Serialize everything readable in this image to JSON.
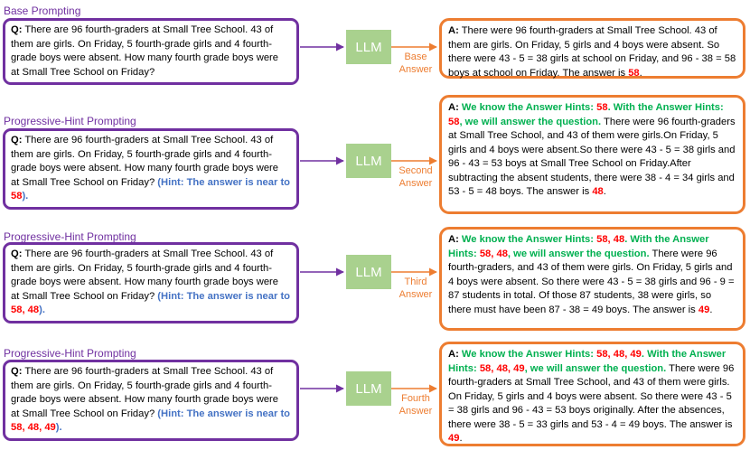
{
  "colors": {
    "purple": "#7030a0",
    "orange": "#ed7d31",
    "llm_green": "#a9d18e",
    "hint_blue": "#4472c4",
    "answer_red": "#ff0000",
    "hint_green": "#00b050"
  },
  "question_text": {
    "q_prefix": "Q:",
    "line1": " There are 96 fourth-graders at Small Tree  School. 43 of",
    "line2": "them are girls. On Friday, 5 fourth-grade girls and 4 fourth-",
    "line3": "grade boys were absent. How many fourth grade boys were",
    "line4": "at Small Tree  School on Friday?"
  },
  "llm_label": "LLM",
  "rows": [
    {
      "title": "Base Prompting",
      "hint": {
        "text": "",
        "nums": "",
        "end": ""
      },
      "answer_label_1": "Base",
      "answer_label_2": "Answer",
      "answer": {
        "a_prefix": "A:",
        "green1": "",
        "green_nums1": "",
        "green2": "",
        "green_nums2": "",
        "green3": "",
        "body": " There were 96 fourth-graders at Small Tree  School. 43 of them are girls. On Friday, 5 girls and 4 boys were absent. So there were 43 - 5 = 38 girls at school on Friday, and 96 - 38 = 58 boys at school on Friday. The answer is ",
        "final": "58",
        "end": "."
      }
    },
    {
      "title": "Progressive-Hint Prompting",
      "hint": {
        "text": "(Hint: The answer is near to ",
        "nums": "58",
        "end": ")."
      },
      "answer_label_1": "Second",
      "answer_label_2": "Answer",
      "answer": {
        "a_prefix": "A:",
        "green1": " We know the Answer Hints: ",
        "green_nums1": "58",
        "green2": ". With the Answer Hints: ",
        "green_nums2": "58",
        "green3": ", we will answer the question.",
        "body": " There were 96 fourth-graders at Small Tree  School, and 43 of them were girls.On Friday, 5 girls and 4 boys were absent.So there were 43 - 5 = 38 girls and 96 - 43 = 53 boys at Small Tree School on Friday.After subtracting the absent students, there were 38 - 4 = 34 girls and 53 - 5 = 48 boys. The answer is ",
        "final": "48",
        "end": "."
      }
    },
    {
      "title": "Progressive-Hint Prompting",
      "hint": {
        "text": "(Hint: The answer is near to ",
        "nums": "58, 48",
        "end": ")."
      },
      "answer_label_1": "Third",
      "answer_label_2": "Answer",
      "answer": {
        "a_prefix": "A:",
        "green1": " We know the Answer Hints: ",
        "green_nums1": "58, 48",
        "green2": ". With the Answer Hints: ",
        "green_nums2": "58, 48",
        "green3": ", we will answer the question.",
        "body": " There were 96 fourth-graders, and 43 of them were girls. On Friday, 5 girls and 4 boys were absent. So there were 43 - 5 = 38 girls and 96 - 9 = 87 students in total. Of those 87 students, 38 were girls, so there must have been 87 - 38 = 49 boys. The answer is ",
        "final": "49",
        "end": "."
      }
    },
    {
      "title": "Progressive-Hint Prompting",
      "hint": {
        "text": "(Hint: The answer is near to ",
        "nums": "58, 48, 49",
        "end": ")."
      },
      "answer_label_1": "Fourth",
      "answer_label_2": "Answer",
      "answer": {
        "a_prefix": "A:",
        "green1": " We know the Answer Hints: ",
        "green_nums1": "58, 48, 49",
        "green2": ". With the Answer Hints: ",
        "green_nums2": "58, 48, 49",
        "green3": ", we will answer the question.",
        "body": " There were 96 fourth-graders at Small Tree  School, and 43 of them were girls. On Friday, 5 girls and 4 boys were absent. So there were 43 - 5 = 38 girls and 96 - 43 = 53 boys originally. After the absences, there were 38 - 5 = 33 girls and 53 - 4 = 49 boys. The answer is ",
        "final": "49",
        "end": "."
      }
    }
  ]
}
